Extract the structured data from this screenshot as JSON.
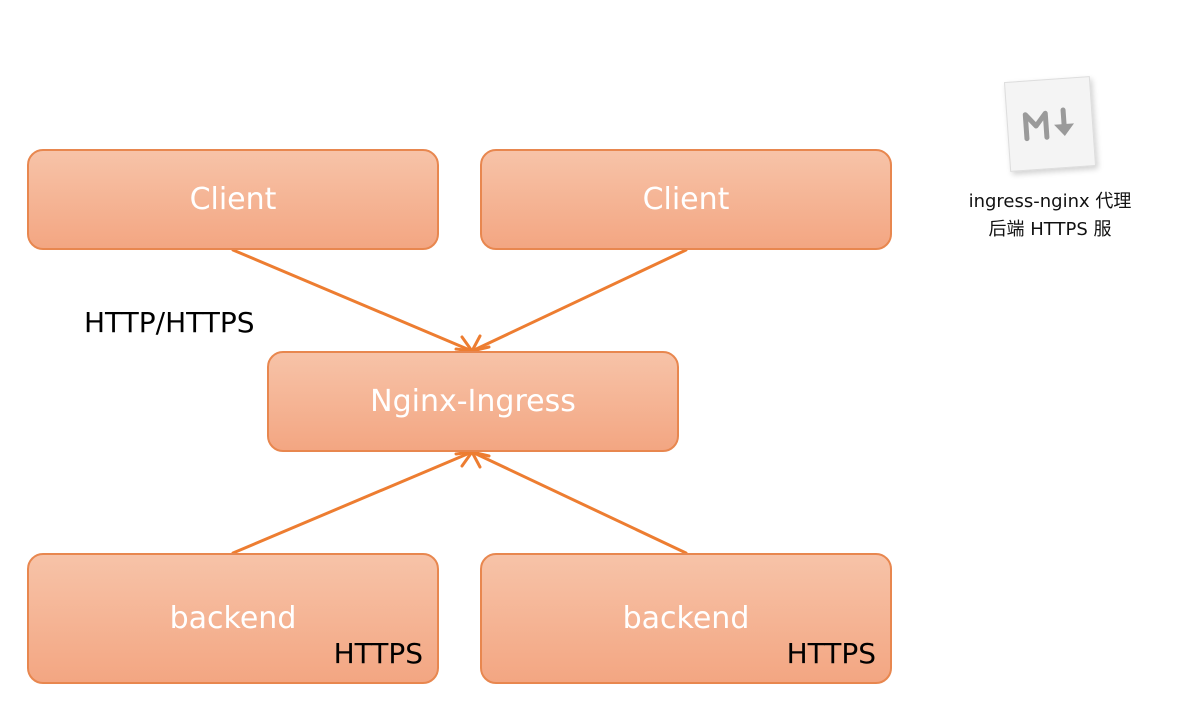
{
  "diagram": {
    "nodes": {
      "client_left": "Client",
      "client_right": "Client",
      "ingress": "Nginx-Ingress",
      "backend_left": "backend",
      "backend_right": "backend"
    },
    "backend_protocol_left": "HTTPS",
    "backend_protocol_right": "HTTPS",
    "edge_label": "HTTP/HTTPS",
    "colors": {
      "node_fill_top": "#f7c3a8",
      "node_fill_bottom": "#f3a682",
      "node_border": "#e8874f",
      "connector": "#ed7d31",
      "node_text": "#ffffff"
    }
  },
  "attachment": {
    "icon": "markdown-file-icon",
    "caption_line1": "ingress-nginx 代理",
    "caption_line2": "后端 HTTPS 服"
  }
}
